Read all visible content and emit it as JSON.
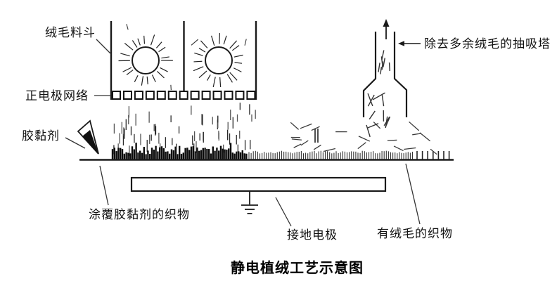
{
  "figure": {
    "caption": "静电植绒工艺示意图",
    "background_color": "#ffffff",
    "line_color": "#1a1a1a",
    "fiber_color": "#444444",
    "flock_color": "#0d0d0d"
  },
  "labels": {
    "hopper": "绒毛料斗",
    "electrode_grid": "正电极网络",
    "adhesive": "胶黏剂",
    "suction_tower": "除去多余绒毛的抽吸塔",
    "coated_fabric": "涂覆胶黏剂的织物",
    "ground_electrode": "接地电极",
    "flocked_fabric": "有绒毛的织物"
  }
}
